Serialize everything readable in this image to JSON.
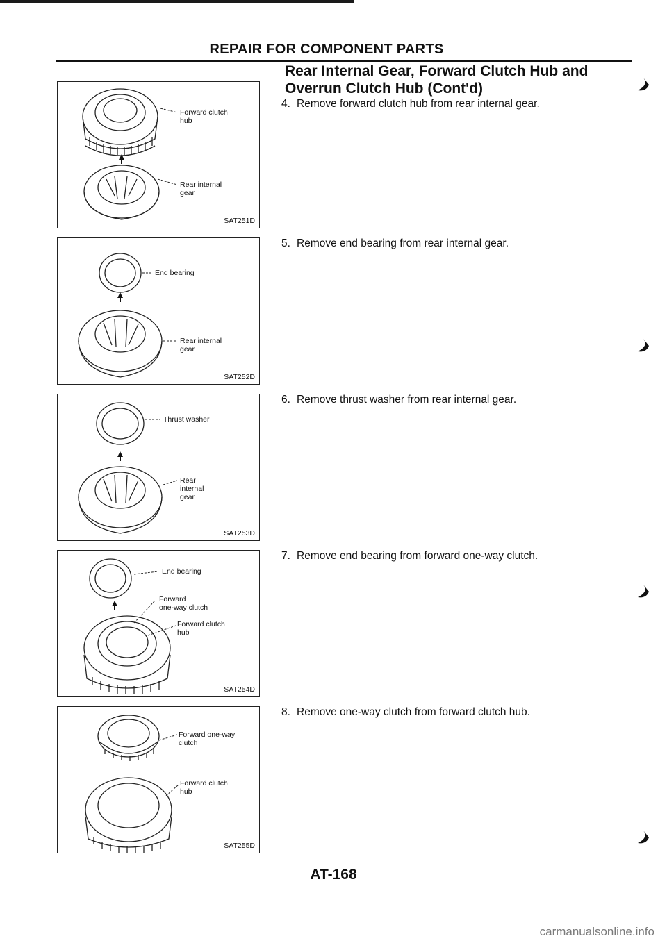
{
  "header": "REPAIR FOR COMPONENT PARTS",
  "title_line1": "Rear Internal Gear, Forward Clutch Hub and",
  "title_line2": "Overrun Clutch Hub (Cont'd)",
  "figures": [
    {
      "code": "SAT251D",
      "labels": [
        "Forward clutch\nhub",
        "Rear internal\ngear"
      ]
    },
    {
      "code": "SAT252D",
      "labels": [
        "End bearing",
        "Rear internal\ngear"
      ]
    },
    {
      "code": "SAT253D",
      "labels": [
        "Thrust washer",
        "Rear\ninternal\ngear"
      ]
    },
    {
      "code": "SAT254D",
      "labels": [
        "End bearing",
        "Forward\none-way clutch",
        "Forward clutch\nhub"
      ]
    },
    {
      "code": "SAT255D",
      "labels": [
        "Forward one-way\nclutch",
        "Forward clutch\nhub"
      ]
    }
  ],
  "steps": [
    {
      "num": "4.",
      "text": "Remove forward clutch hub from rear internal gear."
    },
    {
      "num": "5.",
      "text": "Remove end bearing from rear internal gear."
    },
    {
      "num": "6.",
      "text": "Remove thrust washer from rear internal gear."
    },
    {
      "num": "7.",
      "text": "Remove end bearing from forward one-way clutch."
    },
    {
      "num": "8.",
      "text": "Remove one-way clutch from forward clutch hub."
    }
  ],
  "page_number": "AT-168",
  "footer": "carmanualsonline.info"
}
